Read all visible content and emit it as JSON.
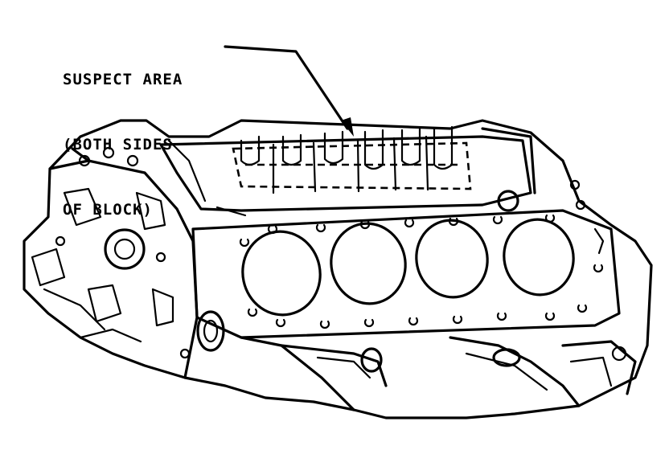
{
  "callout": {
    "lines": [
      "SUSPECT AREA",
      "(BOTH SIDES",
      "OF BLOCK)"
    ]
  },
  "colors": {
    "ink": "#000000",
    "paper": "#ffffff"
  },
  "figure": {
    "subject": "engine-block"
  }
}
